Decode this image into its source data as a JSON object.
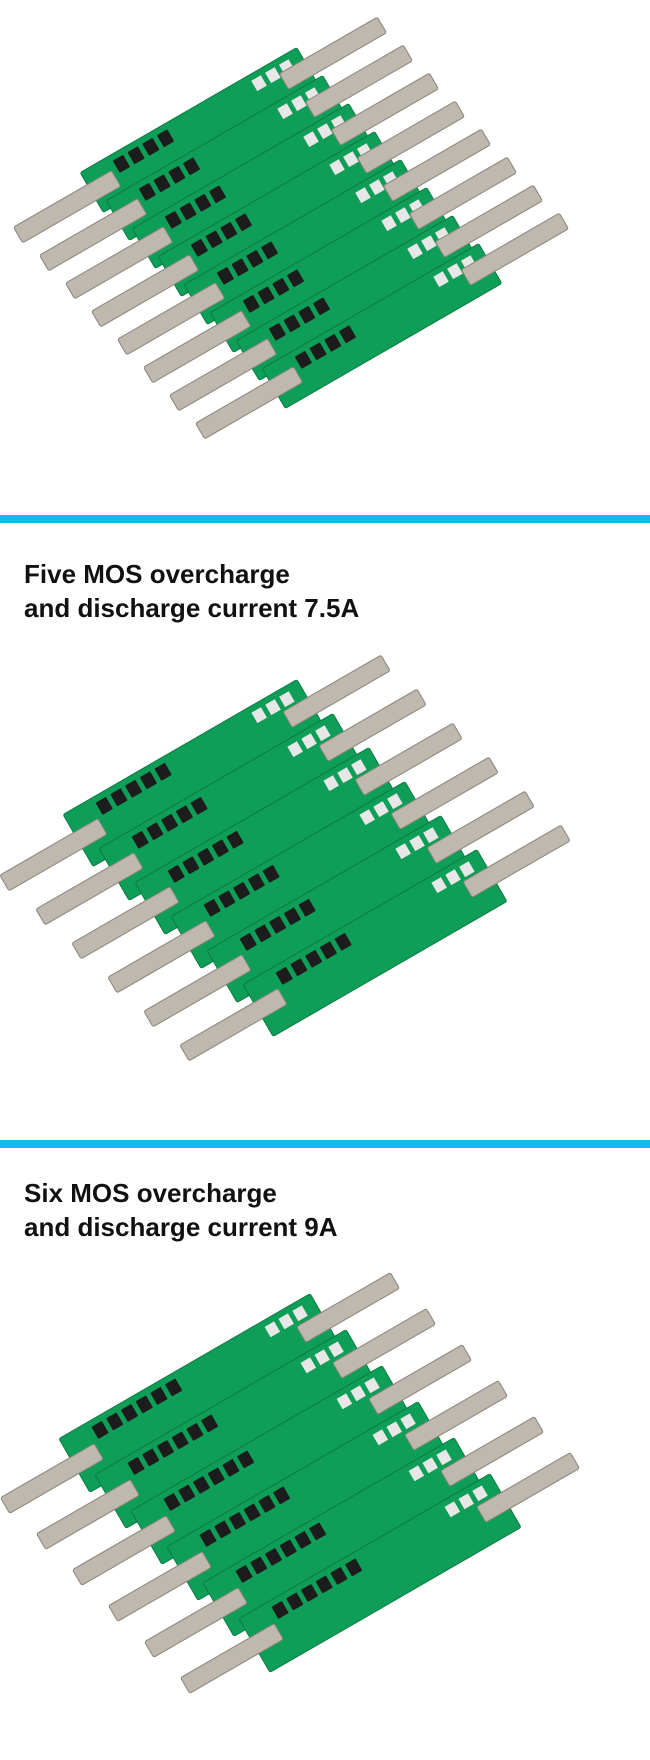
{
  "accent_color": "#16b7ea",
  "board_color": "#0f9e57",
  "sections": [
    {
      "id": "four-mos",
      "title_line1": "",
      "title_line2": ""
    },
    {
      "id": "five-mos",
      "title_line1": "Five MOS overcharge",
      "title_line2": "and discharge current 7.5A"
    },
    {
      "id": "six-mos",
      "title_line1": "Six MOS overcharge",
      "title_line2": "and discharge current 9A"
    }
  ]
}
